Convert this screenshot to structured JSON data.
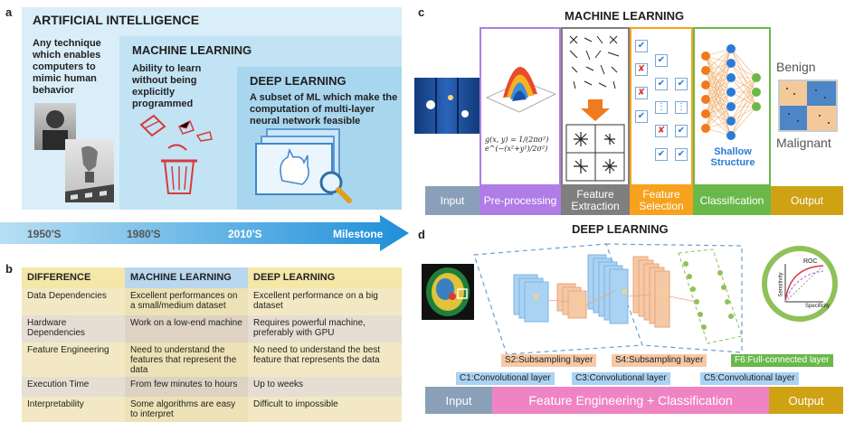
{
  "panel_a": {
    "letter": "a",
    "ai": {
      "title": "ARTIFICIAL INTELLIGENCE",
      "desc": "Any technique which enables computers to mimic human behavior"
    },
    "ml": {
      "title": "MACHINE LEARNING",
      "desc": "Ability to learn without being explicitly programmed"
    },
    "dl": {
      "title": "DEEP LEARNING",
      "desc": "A subset of ML which make the computation of multi-layer neural network feasible"
    }
  },
  "timeline": {
    "labels": [
      "1950'S",
      "1980'S",
      "2010'S",
      "Milestone"
    ]
  },
  "panel_b": {
    "letter": "b",
    "headers": [
      "DIFFERENCE",
      "MACHINE LEARNING",
      "DEEP LEARNING"
    ],
    "rows": [
      [
        "Data Dependencies",
        "Excellent performances on a small/medium dataset",
        "Excellent performance on a big dataset"
      ],
      [
        "Hardware Dependencies",
        "Work on a low-end machine",
        "Requires powerful machine, preferably with GPU"
      ],
      [
        "Feature Engineering",
        "Need to understand the features that represent the data",
        "No need to understand the best feature that represents the data"
      ],
      [
        "Execution Time",
        "From few minutes to hours",
        "Up to weeks"
      ],
      [
        "Interpretability",
        "Some algorithms are easy to interpret",
        "Difficult to impossible"
      ]
    ]
  },
  "panel_c": {
    "letter": "c",
    "title": "MACHINE LEARNING",
    "steps": [
      "Input",
      "Pre-processing",
      "Feature Extraction",
      "Feature Selection",
      "Classification",
      "Output"
    ],
    "shallow": "Shallow Structure",
    "formula": "g(x, y) = 1/(2πσ²) e^(−(x²+y²)/2σ²)",
    "benign": "Benign",
    "malignant": "Malignant"
  },
  "panel_d": {
    "letter": "d",
    "title": "DEEP LEARNING",
    "layers": [
      "S2:Subsampling layer",
      "S4:Subsampling layer",
      "F6:Full-connected layer",
      "C1:Convolutional layer",
      "C3:Convolutional layer",
      "C5:Convolutional layer"
    ],
    "roc": {
      "title": "ROC",
      "xlabel": "Specificity",
      "ylabel": "Sensitivity"
    },
    "footer": [
      "Input",
      "Feature Engineering + Classification",
      "Output"
    ]
  },
  "colors": {
    "input": "#8aa0b8",
    "preproc": "#b07ce6",
    "extract": "#7f7f7f",
    "select": "#f6a21d",
    "classify": "#6ab84a",
    "output": "#cfa214",
    "pink": "#ef84c4"
  }
}
